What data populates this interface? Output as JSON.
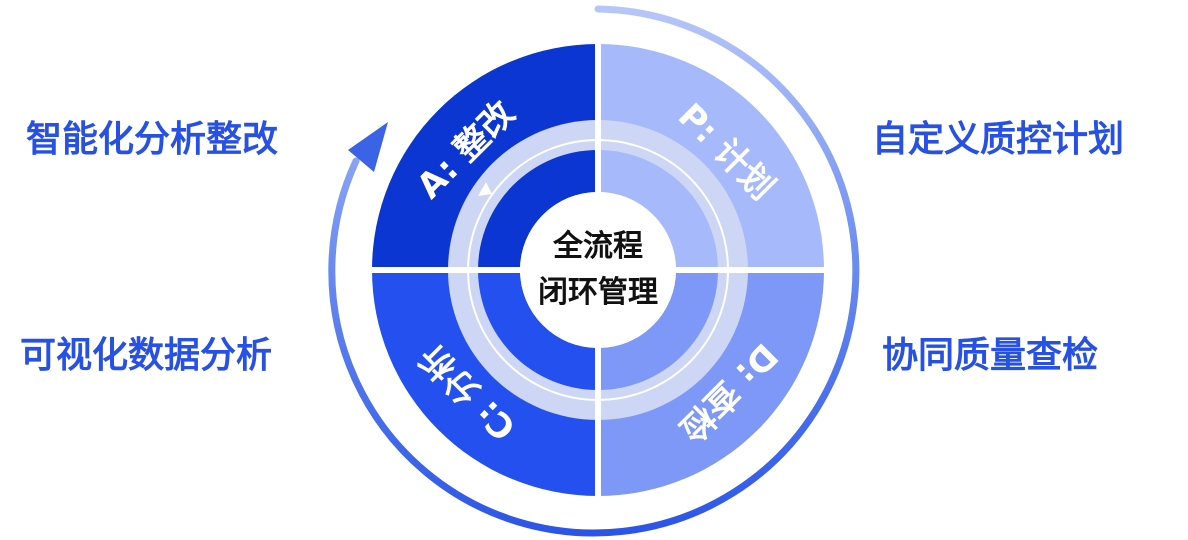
{
  "center": {
    "line1": "全流程",
    "line2": "闭环管理"
  },
  "segments": {
    "a": {
      "label": "A: 整改",
      "color": "#0b36d2"
    },
    "p": {
      "label": "P: 计划",
      "color": "#a6b9fb"
    },
    "d": {
      "label": "D: 查检",
      "color": "#7d98f7"
    },
    "c": {
      "label": "C: 分析",
      "color": "#2350ee"
    }
  },
  "side_labels": {
    "top_left": "智能化分析整改",
    "bottom_left": "可视化数据分析",
    "top_right": "自定义质控计划",
    "bottom_right": "协同质量查检"
  },
  "colors": {
    "label_blue": "#2751e6",
    "outer_arrow": "#3a63e6",
    "ring_light": "#cdd6f5"
  },
  "icons": {
    "cycle_arrow": "circular-arrow-icon",
    "inner_arrow": "small-arrow-icon"
  }
}
